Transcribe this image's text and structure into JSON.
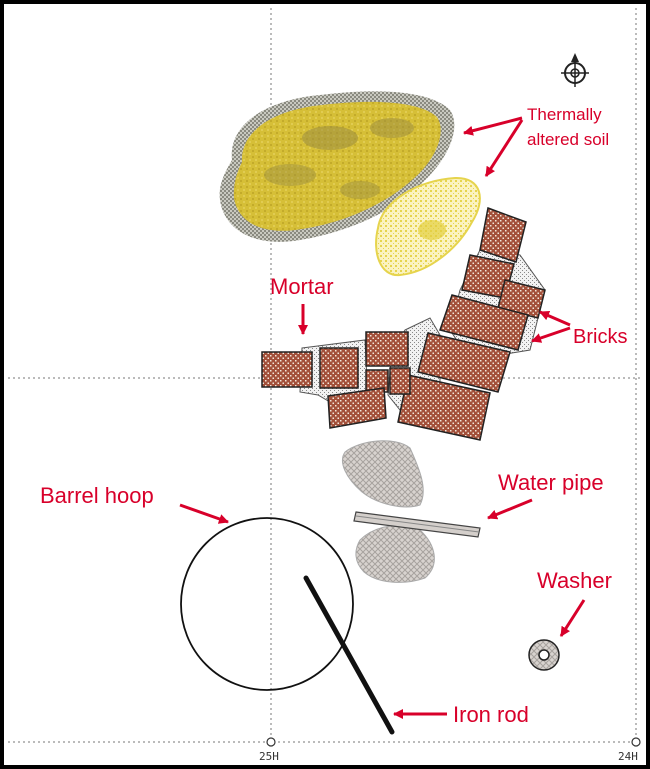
{
  "labels": {
    "thermally_altered_soil_line1": "Thermally",
    "thermally_altered_soil_line2": "altered soil",
    "mortar": "Mortar",
    "bricks": "Bricks",
    "barrel_hoop": "Barrel hoop",
    "water_pipe": "Water pipe",
    "washer": "Washer",
    "iron_rod": "Iron rod"
  },
  "grid_markers": {
    "left": "25H",
    "right": "24H"
  },
  "colors": {
    "label": "#d8002a",
    "brick": "#a04a35",
    "soil": "#d9c236",
    "soil_dark": "#b9a020",
    "grey": "#9a9a9a"
  }
}
